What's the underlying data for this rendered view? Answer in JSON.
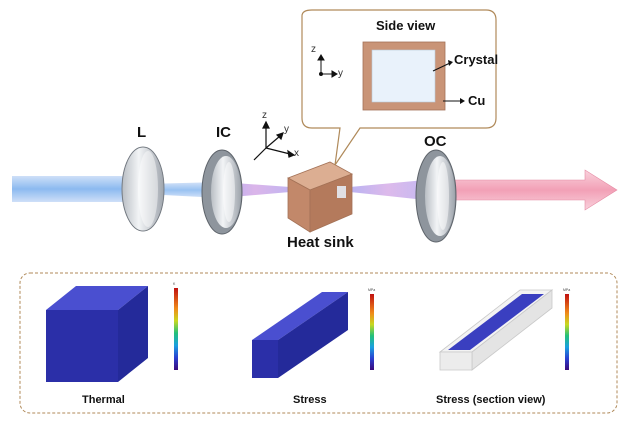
{
  "labels": {
    "lens": "L",
    "input_coupler": "IC",
    "output_coupler": "OC",
    "heat_sink": "Heat sink",
    "side_view_title": "Side view",
    "crystal": "Crystal",
    "cu": "Cu",
    "axis_z": "z",
    "axis_y": "y",
    "axis_x": "x",
    "inset_axis_z": "z",
    "inset_axis_y": "y"
  },
  "simulations": [
    {
      "caption": "Thermal",
      "unit": "K"
    },
    {
      "caption": "Stress",
      "unit": "MPa"
    },
    {
      "caption": "Stress (section view)",
      "unit": "MPa"
    }
  ],
  "colors": {
    "pump_beam": "#7fb2ee",
    "laser_output": "#f2a0b6",
    "heat_sink": "#c99477",
    "crystal": "#e9f2fb",
    "model_blue": "#2b2fa8",
    "panel_border": "#b08a5a"
  }
}
